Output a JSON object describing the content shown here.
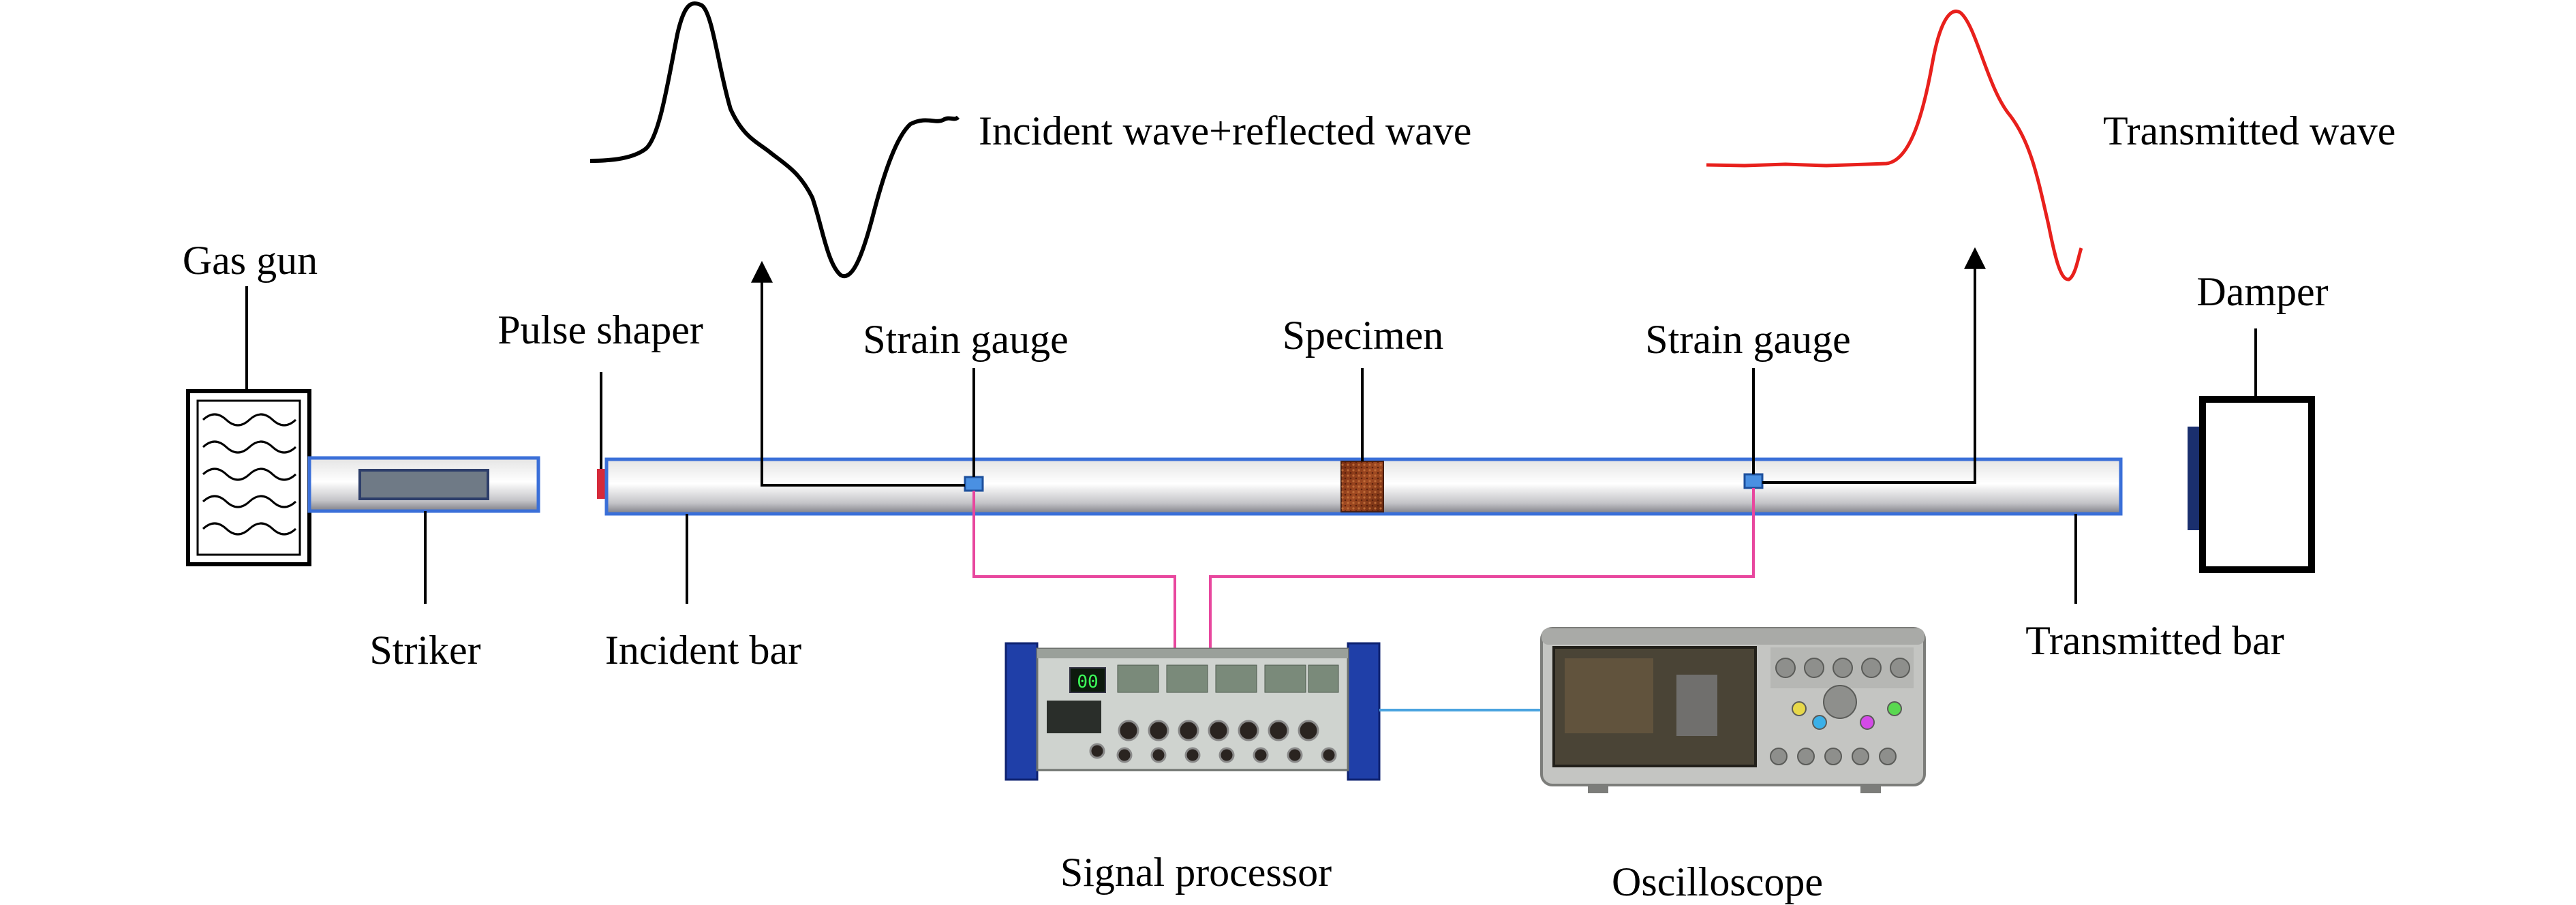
{
  "labels": {
    "gas_gun": "Gas gun",
    "pulse_shaper": "Pulse shaper",
    "strain_gauge_incident": "Strain gauge",
    "specimen": "Specimen",
    "strain_gauge_transmitted": "Strain gauge",
    "damper": "Damper",
    "striker": "Striker",
    "incident_bar": "Incident bar",
    "transmitted_bar": "Transmitted bar",
    "signal_processor": "Signal processor",
    "oscilloscope": "Oscilloscope",
    "incident_reflected_wave": "Incident wave+reflected wave",
    "transmitted_wave": "Transmitted wave"
  },
  "devices": {
    "signal_processor_display": "00"
  },
  "colors": {
    "bar_outline": "#3a6fd8",
    "strain_gauge_fill": "#4a90e2",
    "wiring": "#e8479e",
    "scope_cable": "#4aa3df",
    "pulse_shaper": "#d62a3a",
    "specimen": "#8b3a1a",
    "incident_wave": "#000000",
    "transmitted_wave": "#e8201c"
  }
}
